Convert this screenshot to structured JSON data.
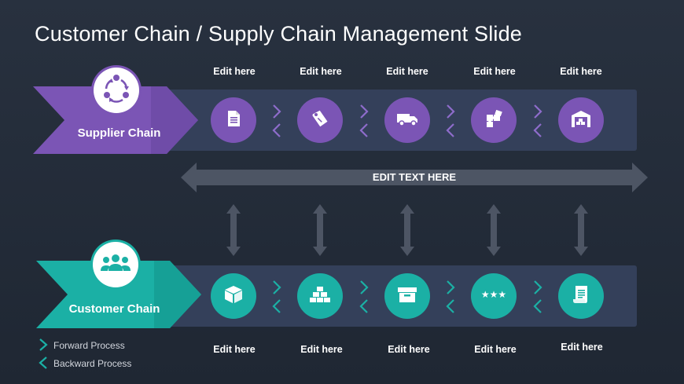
{
  "title": "Customer Chain / Supply Chain Management Slide",
  "colors": {
    "background": "#252d3a",
    "band": "#34405a",
    "supplier": "#7b55b5",
    "customer": "#1bb0a5",
    "arrow_gray": "#4d5564"
  },
  "supplier": {
    "label": "Supplier Chain",
    "emblem_icon": "cycle-arrows-icon",
    "step_labels": [
      "Edit here",
      "Edit here",
      "Edit here",
      "Edit here",
      "Edit here"
    ],
    "step_icons": [
      "document-icon",
      "price-tag-icon",
      "delivery-truck-icon",
      "puzzle-icon",
      "warehouse-icon"
    ]
  },
  "customer": {
    "label": "Customer Chain",
    "emblem_icon": "people-group-icon",
    "step_labels": [
      "Edit here",
      "Edit here",
      "Edit here",
      "Edit here",
      "Edit here"
    ],
    "step_icons": [
      "box-icon",
      "stacked-boxes-icon",
      "archive-box-icon",
      "three-stars-icon",
      "receipt-scroll-icon"
    ]
  },
  "middle": {
    "label": "EDIT TEXT HERE"
  },
  "legend": {
    "forward": "Forward Process",
    "backward": "Backward Process"
  }
}
